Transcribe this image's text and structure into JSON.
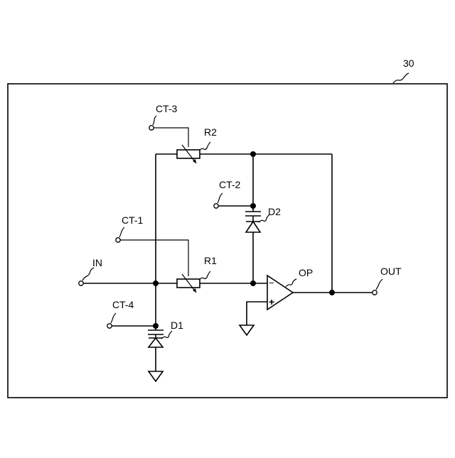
{
  "figure_ref": "30",
  "labels": {
    "ct3": "CT-3",
    "ct2": "CT-2",
    "ct1": "CT-1",
    "ct4": "CT-4",
    "r2": "R2",
    "r1": "R1",
    "d2": "D2",
    "d1": "D1",
    "op": "OP",
    "in": "IN",
    "out": "OUT",
    "minus": "−",
    "plus": "+"
  }
}
